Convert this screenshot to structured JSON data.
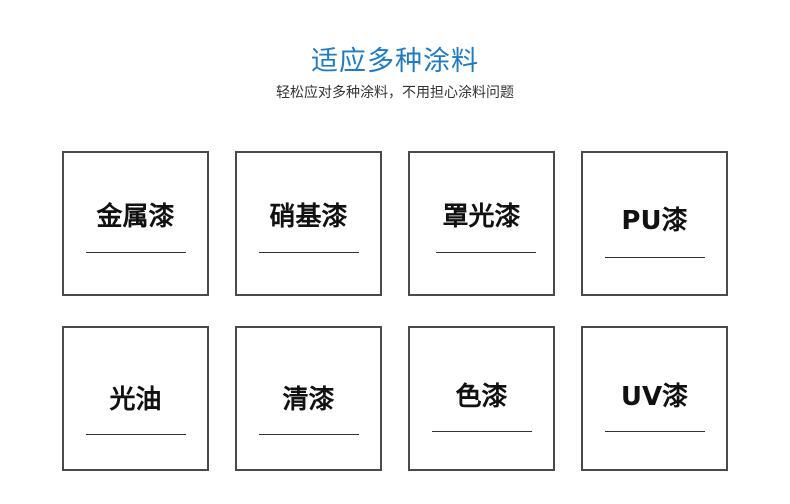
{
  "header": {
    "title": "适应多种涂料",
    "subtitle": "轻松应对多种涂料，不用担心涂料问题"
  },
  "coatings": [
    {
      "label": "金属漆"
    },
    {
      "label": "硝基漆"
    },
    {
      "label": "罩光漆"
    },
    {
      "label": "PU漆"
    },
    {
      "label": "光油"
    },
    {
      "label": "清漆"
    },
    {
      "label": "色漆"
    },
    {
      "label": "UV漆"
    }
  ],
  "colors": {
    "title": "#1f7bc4",
    "text": "#111111",
    "border": "#4a4a4a",
    "background": "#ffffff"
  }
}
